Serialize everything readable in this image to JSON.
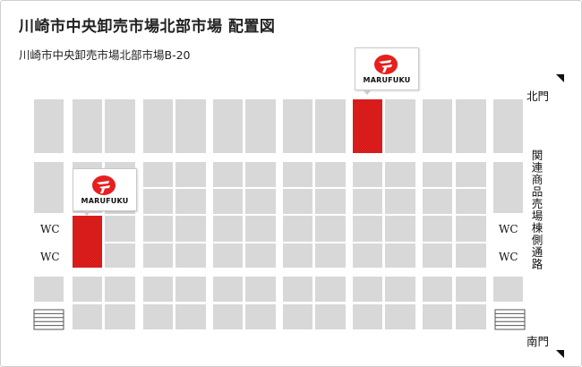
{
  "header": {
    "title": "川崎市中央卸売市場北部市場 配置図",
    "address": "川崎市中央卸売市場北部市場B-20"
  },
  "map": {
    "north_gate": "北門",
    "south_gate": "南門",
    "side_road": "関連商品売場棟側通路",
    "wc_label": "WC",
    "stall_color": "#d8d8d8",
    "highlight_color": "#e5201e"
  },
  "markers": [
    {
      "logo_text": "MARUFUKU",
      "icon": "marufuku-logo-icon"
    },
    {
      "logo_text": "MARUFUKU",
      "icon": "marufuku-logo-icon"
    }
  ]
}
